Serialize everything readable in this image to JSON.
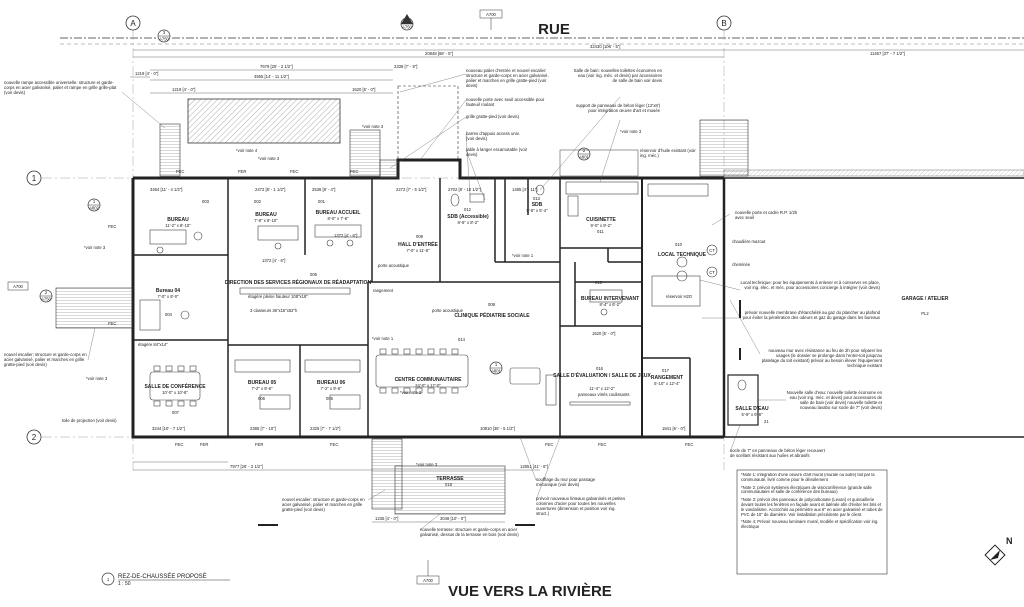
{
  "titles": {
    "street": "RUE",
    "river_view": "VUE VERS LA RIVIÈRE",
    "plan_title": "REZ-DE-CHAUSSÉE PROPOSÉ",
    "plan_scale": "1 : 50",
    "plan_number": "1",
    "north": "N"
  },
  "grid": {
    "a": "A",
    "b": "B",
    "one": "1",
    "two": "2"
  },
  "section_refs": {
    "a700": "A700",
    "a750": "A750",
    "a801": "A801",
    "a802": "A802",
    "one": "1",
    "two": "2",
    "three": "3",
    "four": "4"
  },
  "rooms": {
    "bureau_003": {
      "name": "BUREAU",
      "dims": "11'-2\" x 8'-10\"",
      "num": "003"
    },
    "bureau_002": {
      "name": "BUREAU",
      "dims": "7'-8\" x 8'-10\"",
      "num": "002"
    },
    "bureau_accueil": {
      "name": "BUREAU ACCUEIL",
      "dims": "8'-0\" x 7'-6\"",
      "num": "001"
    },
    "hall": {
      "name": "HALL D'ENTRÉE",
      "dims": "7'-0\" x 11'-6\"",
      "num": "009"
    },
    "sdb_012": {
      "name": "SDB (Accessible)",
      "dims": "8'-6\" x 8'-2\"",
      "num": "012"
    },
    "sdb_013": {
      "name": "SDB",
      "dims": "5'-8\" x 5'-4\"",
      "num": "013"
    },
    "cuisinette": {
      "name": "CUISINETTE",
      "dims": "9'-0\" x 9'-2\"",
      "num": "011"
    },
    "local_tech": {
      "name": "LOCAL TECHNIQUE",
      "num": "010"
    },
    "direction": {
      "name": "DIRECTION DES SERVICES RÉGIONAUX DE RÉADAPTATION",
      "num": "005"
    },
    "bureau_04": {
      "name": "Bureau 04",
      "dims": "7'-0\" x 8'-0\"",
      "num": "004"
    },
    "bureau_int": {
      "name": "BUREAU INTERVENANT",
      "dims": "8'-4\" x 6'-2\"",
      "num": "015"
    },
    "clinique": {
      "name": "CLINIQUE PÉDIATRIE SOCIALE",
      "num": "008"
    },
    "centre": {
      "name": "CENTRE COMMUNAUTAIRE",
      "dims": "24'-0\" x 17'-0\"",
      "num": "014"
    },
    "salle_conf": {
      "name": "SALLE DE CONFÉRENCE",
      "dims": "10'-0\" x 10'-8\"",
      "num": "007"
    },
    "bureau_05": {
      "name": "BUREAU 05",
      "dims": "7'-2\" x 9'-6\"",
      "num": "006"
    },
    "bureau_06": {
      "name": "BUREAU 06",
      "dims": "7'-2\" x 9'-6\"",
      "num": "006"
    },
    "salle_eval": {
      "name": "SALLE D'ÉVALUATION / SALLE DE JEUX",
      "dims": "11'-4\" x 12'-2\"",
      "num": "016"
    },
    "rangement": {
      "name": "RANGEMENT",
      "dims": "5'-10\" x 12'-4\"",
      "num": "017"
    },
    "salle_eau": {
      "name": "SALLE D'EAU",
      "dims": "5'-9\" x 6'-6\"",
      "num": "21"
    },
    "garage": {
      "name": "GARAGE / ATELIER",
      "floor": "PL2"
    },
    "terrasse": {
      "name": "TERRASSE",
      "num": "018"
    }
  },
  "dimensions": {
    "d1": "32430 [106' - 5\"]",
    "d2": "20848 [68' - 5\"]",
    "d3": "11467 [37' - 7 1/2\"]",
    "d4": "7679 [25' - 2 1/2\"]",
    "d5": "2338 [7' - 8\"]",
    "d6": "4555 [14' - 11 1/2\"]",
    "d7": "1219 [4' - 0\"]",
    "d8": "1520 [5' - 0\"]",
    "d9": "3464 [11' - 4 1/2\"]",
    "d10": "2472 [8' - 1 1/2\"]",
    "d11": "2536 [8' - 4\"]",
    "d12": "2272 [7' - 5 1/2\"]",
    "d13": "2702 [8' - 10 1/2\"]",
    "d14": "1485 [4' - 11\"]",
    "d15": "3244 [10' - 7 1/2\"]",
    "d16": "2385 [7' - 10\"]",
    "d17": "2325 [7' - 7 1/2\"]",
    "d18": "10810 [35' - 5 1/2\"]",
    "d19": "1841 [6' - 0\"]",
    "d20": "7977 [26' - 2 1/2\"]",
    "d21": "12651 [41' - 6\"]",
    "d22": "3048 [10' - 0\"]",
    "d23": "1235 [4' - 0\"]",
    "d24": "1372 [4' - 6\"]",
    "d25": "1520 [5' - 0\"]"
  },
  "labels": {
    "fec": "FEC",
    "fer": "FER",
    "voir_note_1": "*voir note 1",
    "voir_note_2": "*voir note 2",
    "voir_note_3": "*voir note 3",
    "voir_note_4": "*voir note 4",
    "porte_acoustique": "porte acoustique",
    "etagere_pleine": "étagère pleine hauteur 108\"x18\"",
    "classeurs": "3 classeurs 36\"x15\"x52\"h",
    "etagere": "étagère 84\"x14\"",
    "rangement": "rangement",
    "reservoir_h2o": "réservoir H2O",
    "chaudiere": "chaudière mazout",
    "cheminee": "cheminée",
    "panneaux_vitres": "panneaux vitrés coulissants",
    "toile_projection": "toile de projection (voir devis)",
    "ct": "CT"
  },
  "notes": {
    "n_rampe": "nouvelle rampe accessible universelle: structure et garde-corps en acier galvanisé, palier et rampe en grille grille-plat (voir devis)",
    "n_palier": "nouveau palier d'entrée et nouvel escalier: structure et garde-corps en acier galvanisé, palier et marches en grille gratte-pied (voir devis)",
    "n_porte": "nouvelle porte avec seuil accessible pour fauteuil roulant",
    "n_grille": "grille gratte-pied (voir devis)",
    "n_barres": "barres d'appuis access univ. (voir devis)",
    "n_table": "table à langer escamotable (voir devis)",
    "n_sdb": "Salle de bain: nouvelles toilettes économes en eau (voir ing. méc. et devis) par accessoires de salle de bain voir devis",
    "n_support": "support de panneaux de béton léger (12'x8') pour intégration œuvre d'art et musée",
    "n_reservoir": "réservoir d'huile existant (voir ing. méc.)",
    "n_porte_cadre": "nouvelle porte et cadre R.P. 1/2h avec seuil",
    "n_local": "Local technique: pour les équipements à enlever et à conserver en place, voir ing. élec. et méc. pour accessoires concierge à intégrer (voir devis)",
    "n_membrane": "prévoir nouvelle membrane d'étanchéité au gaz du plancher au plafond pour éviter la pénétration des odeurs et gaz du garage dans les bureaux",
    "n_niveau": "nouveau mur avec résistance au feu de 2h pour séparer les usages (le dossier se prolonge dans l'entre-toit jusqu'au platelage du toit existant) prévoir au besoin élever l'équipement technique existant",
    "n_salle_eau": "Nouvelle salle d'eau: nouvelle toilette économe en eau (voir ing. méc. et devis) pour accessoires de salle de bain (voir devis) nouvelle toilette et nouveau lavabo sur socle de 7\" (voir devis)",
    "n_socle": "socle de 7\" en panneaux de béton léger recouvert de scellant résistant aux huiles et abrasifs",
    "n_soufflage": "soufflage du mur pour passage mécanique (voir devis)",
    "n_fenetres": "prévoir nouveaux linteaux galvanisés et petites colonnes d'acier pour toutes les nouvelles ouvertures (dimension et position voir ing. struct.)",
    "n_terrasse": "nouvelle terrasse: structure et garde-corps en acier galvanisé, dessus de la terrasse en bois (voir devis)",
    "n_escalier_est": "nouvel escalier: structure et garde-corps en acier galvanisé, palier et marches en grille gratte-pied (voir devis)",
    "n_escalier_ouest": "nouvel escalier: structure et garde-corps en acier galvanisé, palier et marches en grille gratte-pied (voir devis)",
    "legend_1": "*Note 1: intégration d'une oeuvre d'art mural (murale ou autre) fait par la communauté, livré comme pour le dévoilement",
    "legend_2": "*Note 2: prévoir systèmes électriques de visioconférence (grande salle communautaire et salle de conférence des bureaux)",
    "legend_3": "*Note 3: prévoir des panneaux de polycarbonate (Lexan) et quincaillerie devant toutes les fenêtres en façade avant et latérale afin d'éviter les bris et le vandalisme. Accrochés au périmètre aux 6\" en acier galvanisé et tubes de PVC de 10\" de diamètre. Voir installation précédente par le client.",
    "legend_4": "*Note 4: Prévoir nouveau luminaire mural, modèle et spécification voir ing. électrique"
  }
}
